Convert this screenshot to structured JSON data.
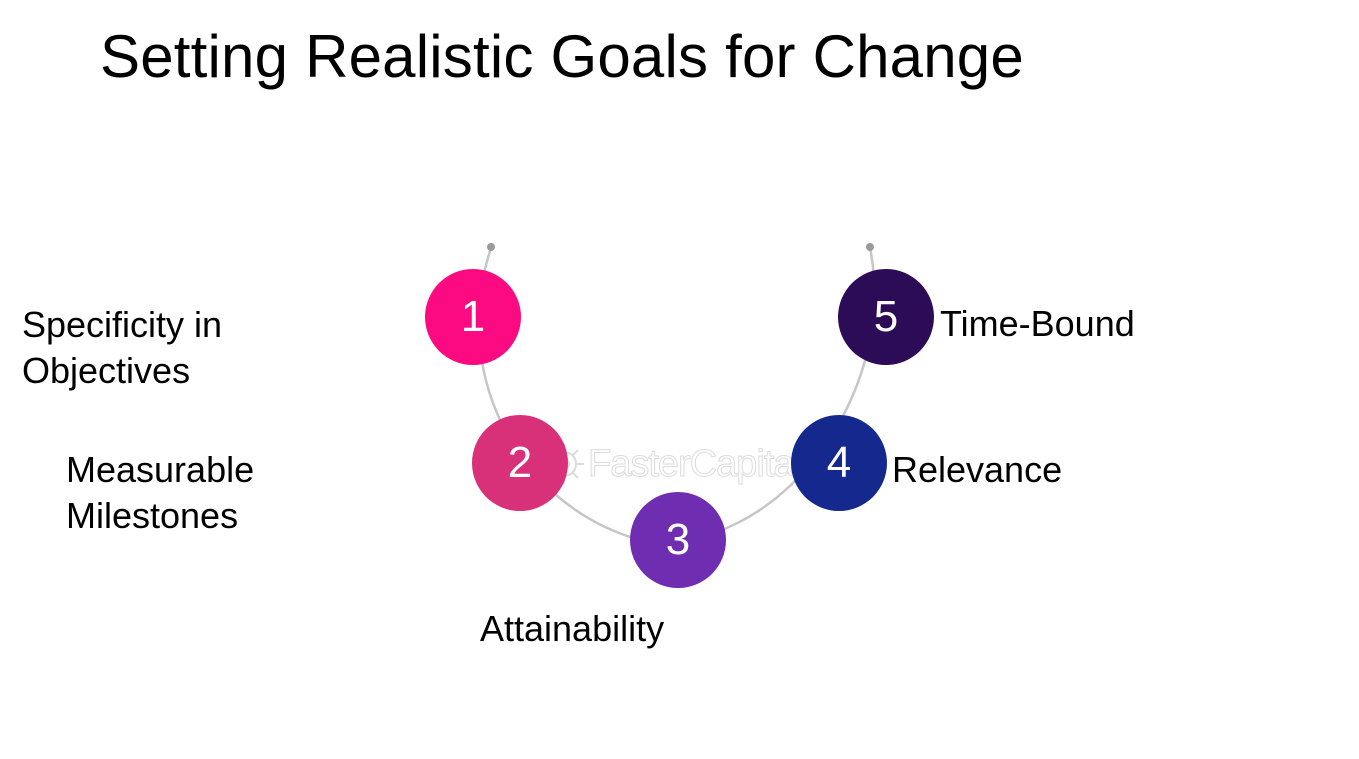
{
  "title": "Setting Realistic Goals for Change",
  "steps": [
    {
      "number": "1",
      "label_lines": [
        "Specificity in",
        "Objectives"
      ],
      "color": "#fc0a82"
    },
    {
      "number": "2",
      "label_lines": [
        "Measurable",
        "Milestones"
      ],
      "color": "#d8317a"
    },
    {
      "number": "3",
      "label_lines": [
        "Attainability"
      ],
      "color": "#6f2db2"
    },
    {
      "number": "4",
      "label_lines": [
        "Relevance"
      ],
      "color": "#14288e"
    },
    {
      "number": "5",
      "label_lines": [
        "Time-Bound"
      ],
      "color": "#2c0b57"
    }
  ],
  "arc_color": "#c6c6c6",
  "watermark": {
    "text": "FasterCapital",
    "icon": "gear-icon"
  }
}
